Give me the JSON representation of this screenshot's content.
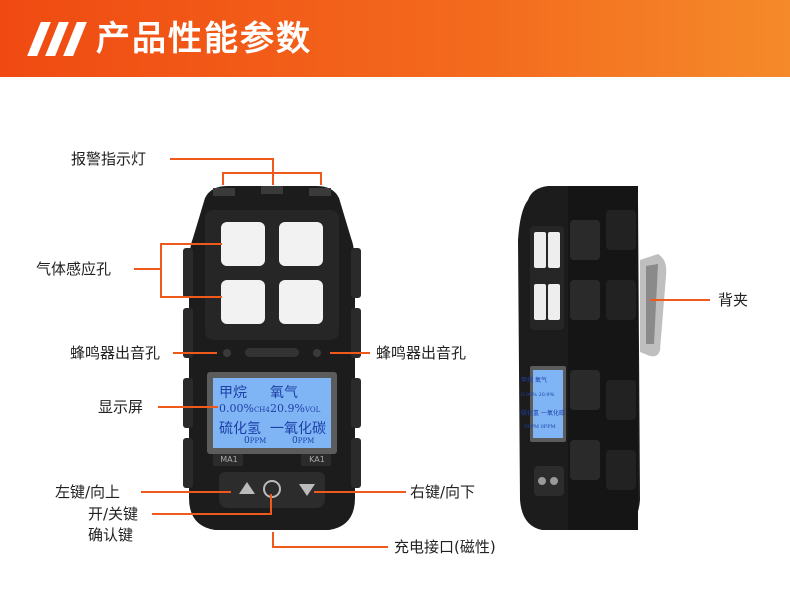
{
  "header": {
    "title": "产品性能参数"
  },
  "callouts": {
    "alarm_light": "报警指示灯",
    "gas_inlet": "气体感应孔",
    "buzzer_left": "蜂鸣器出音孔",
    "buzzer_right": "蜂鸣器出音孔",
    "display": "显示屏",
    "left_key": "左键/向上",
    "right_key": "右键/向下",
    "power_key_line1": "开/关键",
    "power_key_line2": "确认键",
    "charge_port": "充电接口(磁性)",
    "back_clip": "背夹"
  },
  "lcd": {
    "gas1_name": "甲烷",
    "gas2_name": "氧气",
    "gas1_value": "0.00%",
    "gas1_unit": "CH4",
    "gas2_value": "20.9%",
    "gas2_unit": "VOL",
    "gas3_name": "硫化氢",
    "gas4_name": "一氧化碳",
    "gas3_value": "0",
    "gas3_unit": "PPM",
    "gas4_value": "0",
    "gas4_unit": "PPM"
  },
  "keys": {
    "left_key_label": "MA1",
    "right_key_label": "KA1"
  },
  "side_lcd": {
    "gas1_name": "甲烷",
    "gas2_name": "氧气",
    "gas1_value": "0.00%",
    "gas2_value": "20.9%",
    "gas3_name": "硫化氢",
    "gas4_name": "一氧化碳",
    "gas3_unit": "0PPM",
    "gas4_unit": "0PPM"
  },
  "colors": {
    "accent": "#ef5a1c",
    "device_body": "#1e1e1e",
    "lcd_background": "#7fb5f5",
    "lcd_text": "#1d3fa8"
  }
}
